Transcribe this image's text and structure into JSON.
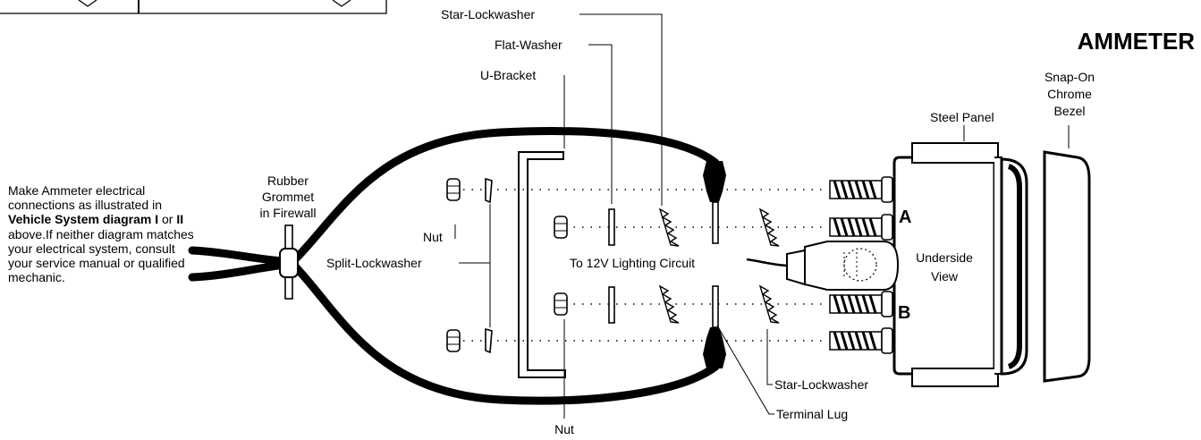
{
  "title": "AMMETER",
  "labels": {
    "star_lockwasher_top": "Star-Lockwasher",
    "flat_washer": "Flat-Washer",
    "u_bracket": "U-Bracket",
    "steel_panel": "Steel Panel",
    "bezel_line1": "Snap-On",
    "bezel_line2": "Chrome",
    "bezel_line3": "Bezel",
    "grommet_line1": "Rubber",
    "grommet_line2": "Grommet",
    "grommet_line3": "in Firewall",
    "nut_left": "Nut",
    "split_lockwasher": "Split-Lockwasher",
    "lighting_circuit": "To 12V Lighting Circuit",
    "underside_line1": "Underside",
    "underside_line2": "View",
    "terminal_a": "A",
    "terminal_b": "B",
    "star_lockwasher_bottom": "Star-Lockwasher",
    "terminal_lug": "Terminal Lug",
    "nut_bottom": "Nut"
  },
  "note": {
    "part1": "Make Ammeter electrical connections as illustrated in ",
    "bold1": "Vehicle System diagram I",
    "part2": " or ",
    "bold2": "II",
    "part3": " above.If neither diagram matches your electrical system, consult your service manual or qualified mechanic."
  },
  "icons": [
    "wire-harness-icon",
    "rubber-grommet-icon",
    "u-bracket-icon",
    "nut-icon",
    "split-lockwasher-icon",
    "flat-washer-icon",
    "star-lockwasher-icon",
    "terminal-lug-icon",
    "threaded-stud-icon",
    "ammeter-gauge-icon",
    "lamp-bulb-icon",
    "chrome-bezel-icon"
  ]
}
